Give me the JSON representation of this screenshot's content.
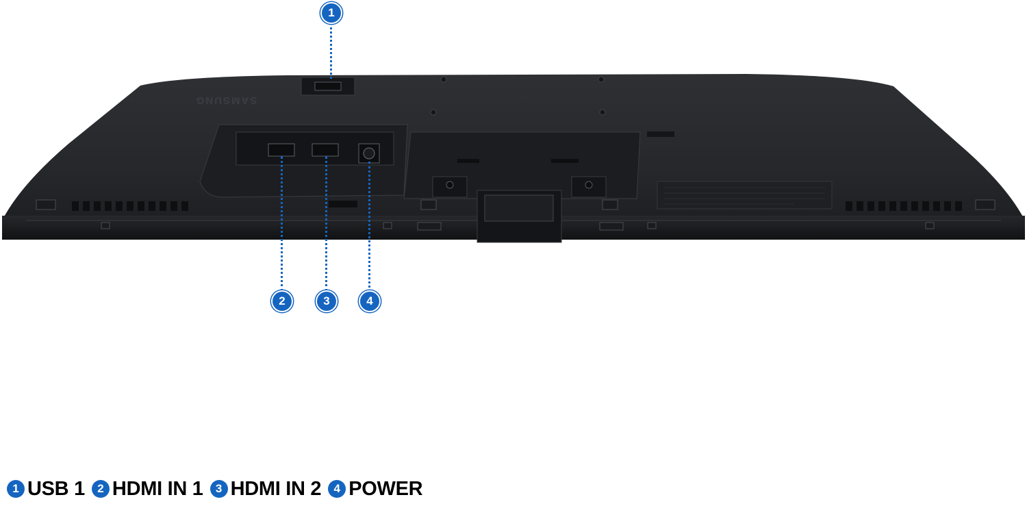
{
  "product": {
    "logo_text": "SAMSUNG"
  },
  "accent_color": "#1565c0",
  "callouts": [
    {
      "number": "1",
      "label": "USB 1"
    },
    {
      "number": "2",
      "label": "HDMI IN 1"
    },
    {
      "number": "3",
      "label": "HDMI IN 2"
    },
    {
      "number": "4",
      "label": "POWER"
    }
  ]
}
